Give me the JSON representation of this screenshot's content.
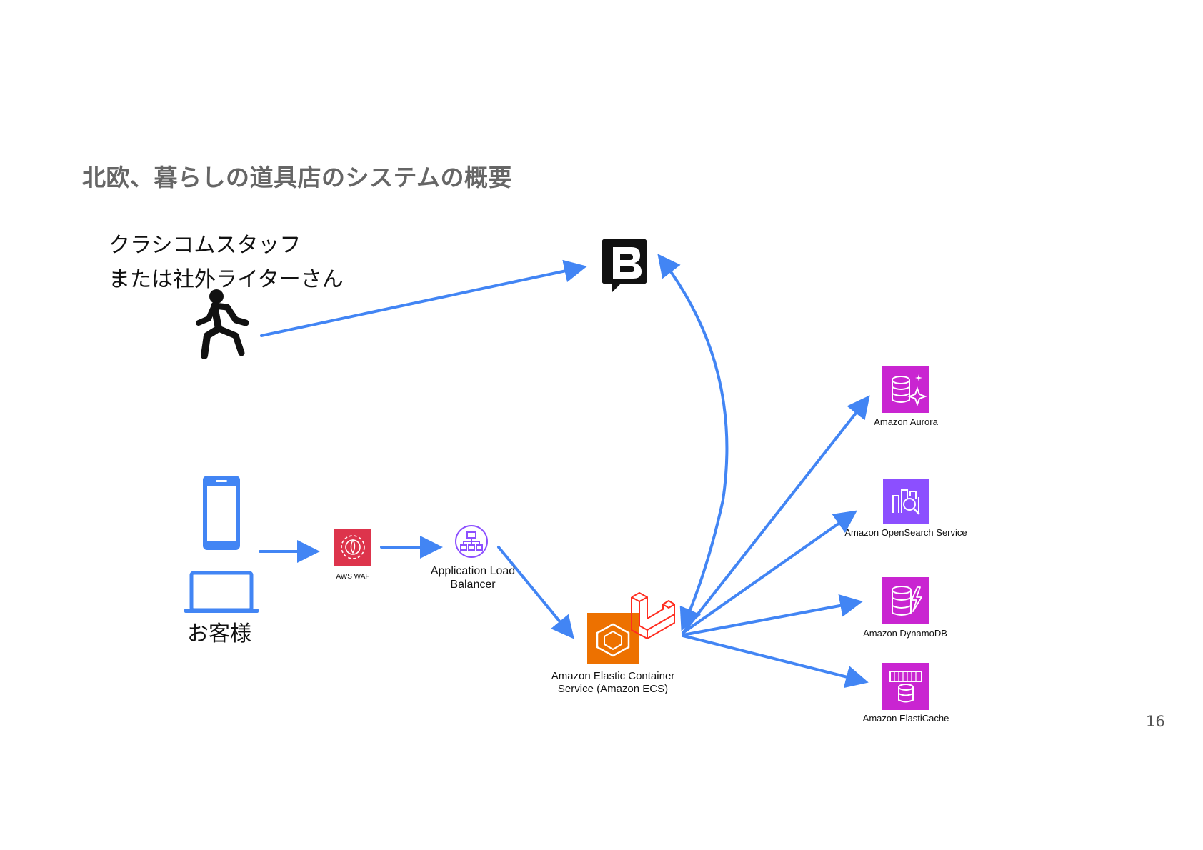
{
  "title": "北欧、暮らしの道具店のシステムの概要",
  "staff": {
    "line1": "クラシコムスタッフ",
    "line2": "または社外ライターさん"
  },
  "customer": {
    "label": "お客様"
  },
  "services": {
    "waf": "AWS WAF",
    "alb_line1": "Application Load",
    "alb_line2": "Balancer",
    "ecs_line1": "Amazon Elastic Container",
    "ecs_line2": "Service (Amazon ECS)",
    "aurora": "Amazon Aurora",
    "opensearch": "Amazon OpenSearch Service",
    "dynamodb": "Amazon DynamoDB",
    "elasticache": "Amazon ElastiCache"
  },
  "page_number": "16",
  "colors": {
    "arrow": "#4285f4",
    "title": "#666666",
    "waf": "#dd344c",
    "alb": "#8c4fff",
    "ecs": "#ed7100",
    "database": "#c925d1",
    "analytics": "#8c4fff",
    "laravel": "#ff2d20",
    "device": "#4285f4"
  },
  "icons": {
    "staff": "running-person-icon",
    "blog": "b-chat-logo-icon",
    "phone": "smartphone-icon",
    "laptop": "laptop-icon"
  }
}
